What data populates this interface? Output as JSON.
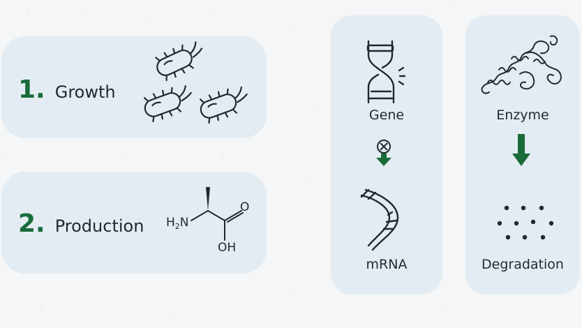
{
  "steps": [
    {
      "number": "1.",
      "label": "Growth",
      "icon": "bacteria-icon"
    },
    {
      "number": "2.",
      "label": "Production",
      "icon": "amino-acid-molecule-icon"
    }
  ],
  "molecule": {
    "nh2_main": "H",
    "nh2_sub": "2",
    "nh2_n": "N",
    "oh": "OH",
    "o": "O"
  },
  "gene_panel": {
    "top_label": "Gene",
    "bottom_label": "mRNA",
    "top_icon": "dna-icon",
    "middle_icon": "blocked-arrow-icon",
    "bottom_icon": "rna-strand-icon"
  },
  "enzyme_panel": {
    "top_label": "Enzyme",
    "bottom_label": "Degradation",
    "top_icon": "protein-enzyme-icon",
    "middle_icon": "down-arrow-icon",
    "bottom_icon": "dots-icon"
  },
  "colors": {
    "background": "#f5f6f7",
    "card": "#e3ecf2",
    "accent_green": "#196b3a",
    "ink": "#1f2a2b"
  }
}
